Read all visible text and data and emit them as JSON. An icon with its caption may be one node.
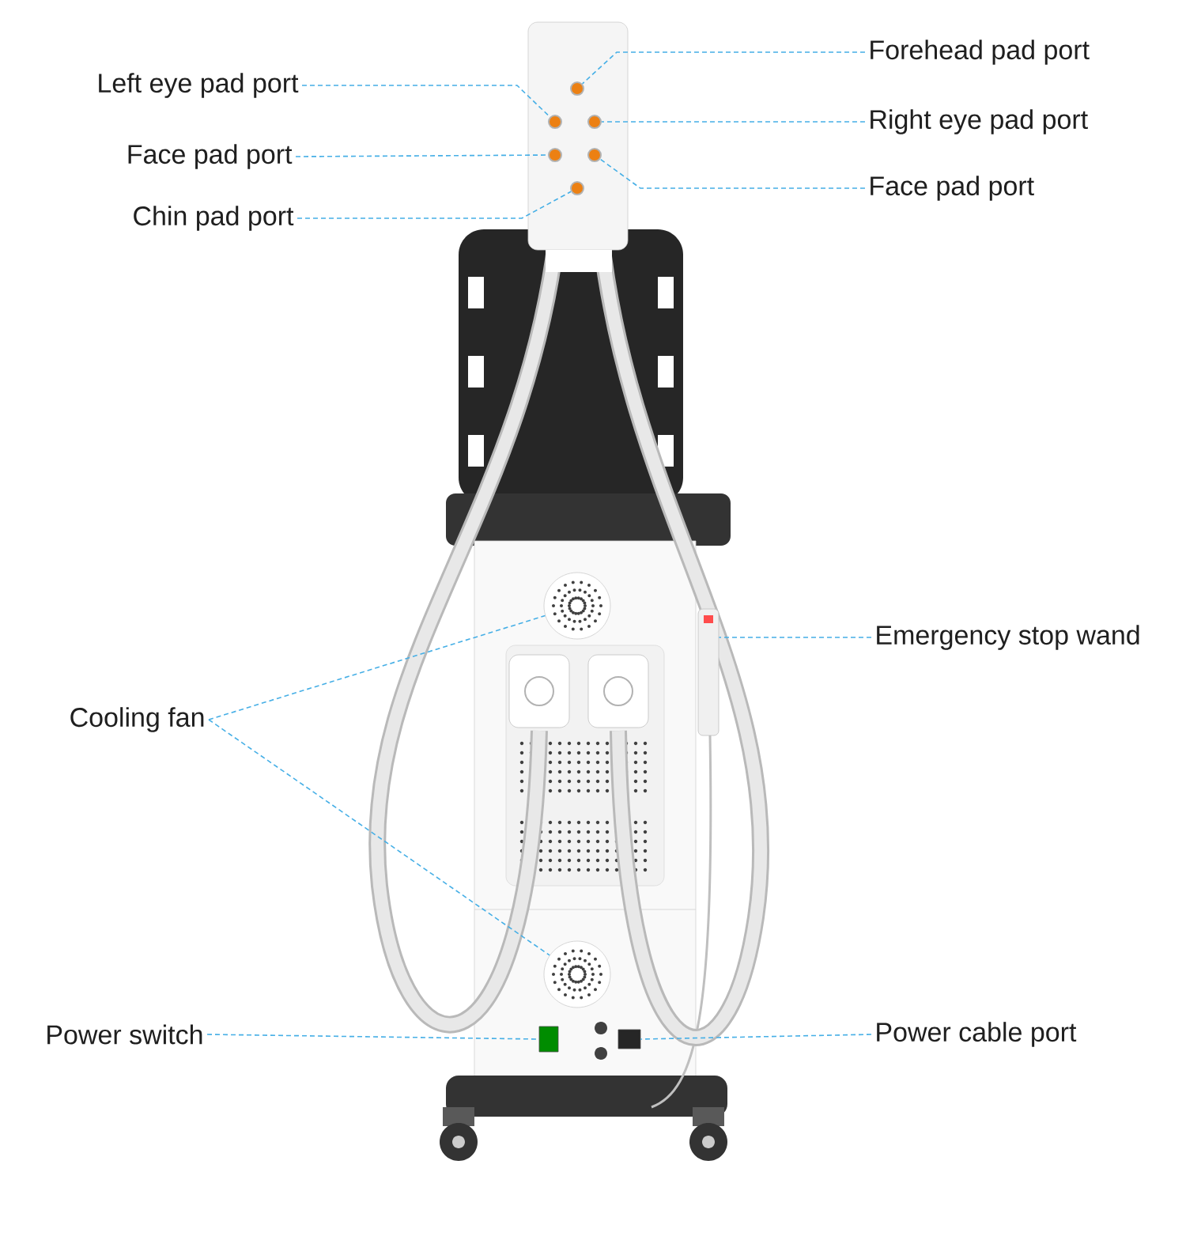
{
  "diagram": {
    "nodes": [
      {
        "text": [
          "Forehead pad port"
        ]
      },
      {
        "text": [
          "Left eye pad port"
        ]
      },
      {
        "text": [
          "Right eye pad port"
        ]
      },
      {
        "text": [
          "Face pad port"
        ]
      },
      {
        "text": [
          "Face pad port"
        ]
      },
      {
        "text": [
          "Chin pad port"
        ]
      },
      {
        "text": [
          "Emergency stop wand"
        ]
      },
      {
        "text": [
          "Cooling fan"
        ]
      },
      {
        "text": [
          "Power switch"
        ]
      },
      {
        "text": [
          "Power cable port"
        ]
      },
      {
        "text": [],
        "shape": "circle"
      },
      {
        "text": [],
        "shape": "circle"
      },
      {
        "text": [],
        "shape": "circle"
      },
      {
        "text": [],
        "shape": "circle"
      },
      {
        "text": [],
        "shape": "circle"
      },
      {
        "text": [],
        "shape": "circle"
      },
      {
        "text": [],
        "shape": "bar"
      },
      {
        "text": [],
        "shape": "circle"
      },
      {
        "text": [],
        "shape": "circle"
      },
      {
        "text": [],
        "shape": "box"
      },
      {
        "text": [],
        "shape": "box"
      }
    ],
    "edges": [
      {
        "from": 0,
        "to": 10,
        "arrow": "none",
        "style": "dashed"
      },
      {
        "from": 1,
        "to": 11,
        "arrow": "none",
        "style": "dashed"
      },
      {
        "from": 2,
        "to": 12,
        "arrow": "none",
        "style": "dashed"
      },
      {
        "from": 3,
        "to": 13,
        "arrow": "none",
        "style": "dashed"
      },
      {
        "from": 4,
        "to": 14,
        "arrow": "none",
        "style": "dashed"
      },
      {
        "from": 5,
        "to": 15,
        "arrow": "none",
        "style": "dashed"
      },
      {
        "from": 6,
        "to": 16,
        "arrow": "none",
        "style": "dashed"
      },
      {
        "from": 7,
        "to": 17,
        "arrow": "none",
        "style": "dashed"
      },
      {
        "from": 7,
        "to": 18,
        "arrow": "none",
        "style": "dashed"
      },
      {
        "from": 8,
        "to": 19,
        "arrow": "none",
        "style": "dashed"
      },
      {
        "from": 9,
        "to": 20,
        "arrow": "none",
        "style": "dashed"
      }
    ]
  }
}
